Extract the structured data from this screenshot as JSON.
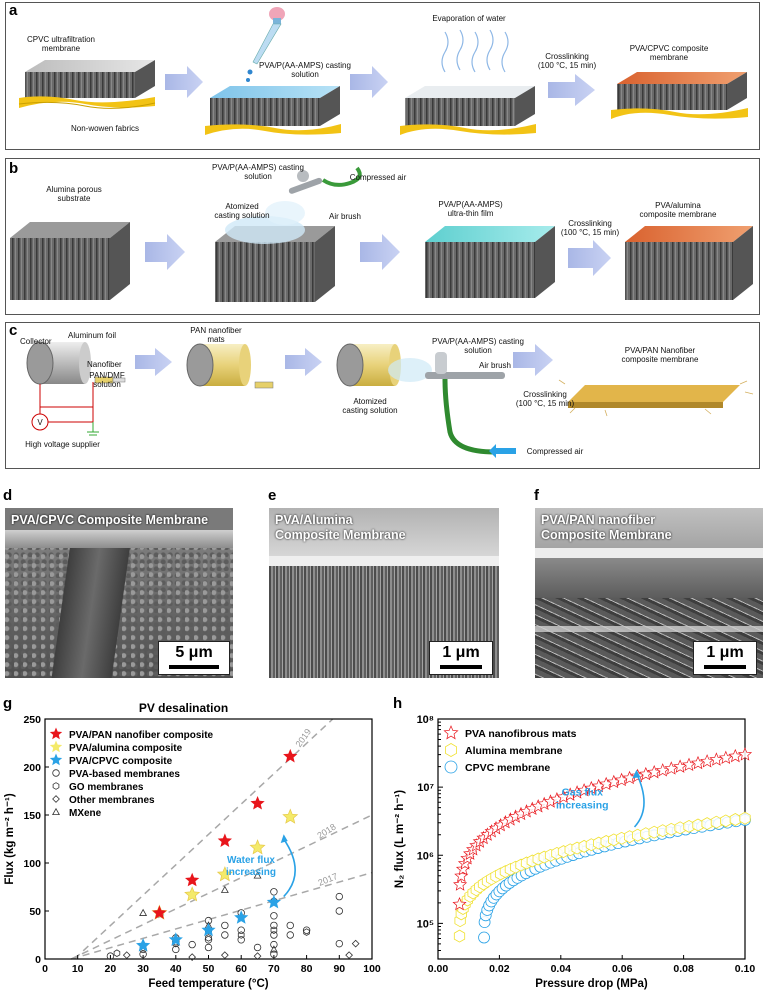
{
  "panels": {
    "a": "a",
    "b": "b",
    "c": "c",
    "d": "d",
    "e": "e",
    "f": "f",
    "g": "g",
    "h": "h"
  },
  "schematic_a": {
    "substrate_label": "CPVC ultrafiltration membrane",
    "fabric_label": "Non-wowen fabrics",
    "casting_label": "PVA/P(AA-AMPS) casting solution",
    "evaporation_label": "Evaporation of water",
    "crosslink_label": "Crosslinking",
    "crosslink_cond": "(100 °C, 15 min)",
    "product_label": "PVA/CPVC composite membrane"
  },
  "schematic_b": {
    "substrate_label": "Alumina porous substrate",
    "casting_label": "PVA/P(AA-AMPS) casting solution",
    "air_label": "Compressed air",
    "atomized_label": "Atomized casting solution",
    "brush_label": "Air brush",
    "film_label": "PVA/P(AA-AMPS) ultra-thin film",
    "crosslink_label": "Crosslinking",
    "crosslink_cond": "(100 °C, 15 min)",
    "product_label": "PVA/alumina composite membrane"
  },
  "schematic_c": {
    "collector_label": "Collector",
    "foil_label": "Aluminum foil",
    "nanofiber_label": "Nanofiber",
    "solution_label": "PAN/DMF solution",
    "voltage_label": "High voltage supplier",
    "voltage_symbol": "V",
    "mats_label": "PAN nanofiber mats",
    "casting_label": "PVA/P(AA-AMPS) casting solution",
    "brush_label": "Air brush",
    "atomized_label": "Atomized casting solution",
    "crosslink_label": "Crosslinking",
    "crosslink_cond": "(100 °C, 15 min)",
    "air_label": "Compressed air",
    "product_label": "PVA/PAN Nanofiber composite membrane"
  },
  "sem": {
    "d": {
      "caption": "PVA/CPVC Composite Membrane",
      "scale": "5 μm"
    },
    "e": {
      "caption_line1": "PVA/Alumina",
      "caption_line2": "Composite Membrane",
      "scale": "1 μm"
    },
    "f": {
      "caption_line1": "PVA/PAN nanofiber",
      "caption_line2": "Composite Membrane",
      "scale": "1 μm"
    }
  },
  "chart_data": [
    {
      "panel": "g",
      "type": "scatter",
      "title": "PV desalination",
      "xlabel": "Feed temperature (°C)",
      "ylabel": "Flux (kg m⁻² h⁻¹)",
      "xlim": [
        0,
        100
      ],
      "ylim": [
        0,
        250
      ],
      "xticks": [
        0,
        10,
        20,
        30,
        40,
        50,
        60,
        70,
        80,
        90,
        100
      ],
      "yticks": [
        0,
        50,
        100,
        150,
        200,
        250
      ],
      "legend_position": "top-left",
      "annotation": "Water flux increasing",
      "trend_lines": [
        {
          "label": "2019",
          "x": [
            9,
            88
          ],
          "y": [
            0,
            260
          ]
        },
        {
          "label": "2018",
          "x": [
            8,
            100
          ],
          "y": [
            0,
            150
          ]
        },
        {
          "label": "2017",
          "x": [
            8,
            100
          ],
          "y": [
            0,
            90
          ]
        }
      ],
      "series": [
        {
          "name": "PVA/PAN nanofiber composite",
          "marker": "star",
          "color": "#e8151b",
          "points": [
            [
              35,
              48
            ],
            [
              45,
              82
            ],
            [
              55,
              123
            ],
            [
              65,
              162
            ],
            [
              75,
              211
            ]
          ]
        },
        {
          "name": "PVA/alumina composite",
          "marker": "star",
          "color": "#f4ea6a",
          "points": [
            [
              35,
              48
            ],
            [
              45,
              67
            ],
            [
              55,
              88
            ],
            [
              65,
              116
            ],
            [
              75,
              148
            ]
          ]
        },
        {
          "name": "PVA/CPVC composite",
          "marker": "star",
          "color": "#2aa2e6",
          "points": [
            [
              30,
              14
            ],
            [
              40,
              20
            ],
            [
              50,
              30
            ],
            [
              60,
              43
            ],
            [
              70,
              59
            ]
          ]
        },
        {
          "name": "PVA-based membranes",
          "marker": "circle",
          "color": "#333333",
          "points": [
            [
              20,
              3
            ],
            [
              30,
              5
            ],
            [
              30,
              10
            ],
            [
              40,
              10
            ],
            [
              40,
              18
            ],
            [
              40,
              22
            ],
            [
              45,
              15
            ],
            [
              50,
              12
            ],
            [
              50,
              20
            ],
            [
              50,
              30
            ],
            [
              50,
              40
            ],
            [
              55,
              25
            ],
            [
              55,
              35
            ],
            [
              60,
              20
            ],
            [
              60,
              48
            ],
            [
              60,
              30
            ],
            [
              65,
              12
            ],
            [
              70,
              5
            ],
            [
              70,
              15
            ],
            [
              70,
              25
            ],
            [
              70,
              35
            ],
            [
              70,
              45
            ],
            [
              70,
              60
            ],
            [
              70,
              70
            ],
            [
              75,
              25
            ],
            [
              75,
              35
            ],
            [
              80,
              30
            ],
            [
              90,
              50
            ],
            [
              90,
              65
            ],
            [
              90,
              16
            ]
          ]
        },
        {
          "name": "GO membranes",
          "marker": "hexagon",
          "color": "#333333",
          "points": [
            [
              22,
              6
            ],
            [
              30,
              12
            ],
            [
              40,
              16
            ],
            [
              50,
              22
            ],
            [
              60,
              25
            ],
            [
              70,
              30
            ],
            [
              80,
              28
            ]
          ]
        },
        {
          "name": "Other membranes",
          "marker": "diamond",
          "color": "#333333",
          "points": [
            [
              25,
              4
            ],
            [
              45,
              2
            ],
            [
              55,
              4
            ],
            [
              65,
              3
            ],
            [
              95,
              16
            ],
            [
              93,
              4
            ]
          ]
        },
        {
          "name": "MXene",
          "marker": "triangle",
          "color": "#333333",
          "points": [
            [
              30,
              48
            ],
            [
              55,
              72
            ],
            [
              65,
              87
            ],
            [
              70,
              10
            ],
            [
              50,
              35
            ]
          ]
        }
      ]
    },
    {
      "panel": "h",
      "type": "scatter",
      "xlabel": "Pressure drop (MPa)",
      "ylabel": "N₂ flux (L m⁻² h⁻¹)",
      "xlim": [
        0,
        0.1
      ],
      "ylim": [
        30000,
        100000000
      ],
      "yscale": "log",
      "xticks": [
        0.0,
        0.02,
        0.04,
        0.06,
        0.08,
        0.1
      ],
      "xtick_labels": [
        "0.00",
        "0.02",
        "0.04",
        "0.06",
        "0.08",
        "0.10"
      ],
      "ytick_labels": [
        "10⁵",
        "10⁶",
        "10⁷",
        "10⁸"
      ],
      "legend_position": "top-left",
      "annotation": "Gas flux increasing",
      "series": [
        {
          "name": "PVA nanofibrous mats",
          "marker": "star",
          "color": "#e8151b",
          "x_start": 0.007,
          "x_end": 0.1,
          "y_start": 190000,
          "y_end": 30000000
        },
        {
          "name": "Alumina membrane",
          "marker": "hexagon",
          "color": "#f0e130",
          "x_start": 0.007,
          "x_end": 0.1,
          "y_start": 65000,
          "y_end": 3500000
        },
        {
          "name": "CPVC membrane",
          "marker": "circle",
          "color": "#2aa2e6",
          "x_start": 0.015,
          "x_end": 0.1,
          "y_start": 62000,
          "y_end": 3300000
        }
      ]
    }
  ]
}
